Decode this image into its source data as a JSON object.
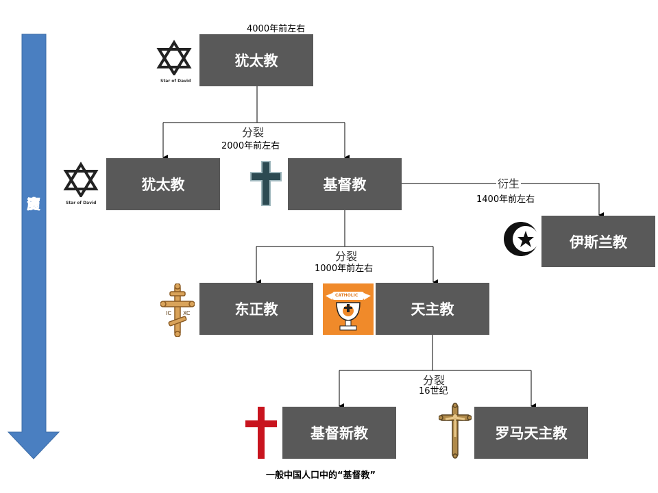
{
  "timeline": {
    "label": [
      "历",
      "史",
      "演",
      "变"
    ],
    "color": "#4a7fc1"
  },
  "nodes": {
    "judaism_root": "犹太教",
    "judaism": "犹太教",
    "christianity": "基督教",
    "islam": "伊斯兰教",
    "orthodox": "东正教",
    "catholic": "天主教",
    "protestant": "基督新教",
    "roman_catholic": "罗马天主教"
  },
  "labels": {
    "root_time": "4000年前左右",
    "split1_word": "分裂",
    "split1_time": "2000年前左右",
    "derive_word": "衍生",
    "derive_time": "1400年前左右",
    "split2_word": "分裂",
    "split2_time": "1000年前左右",
    "split3_word": "分裂",
    "split3_time": "16世纪"
  },
  "icons": {
    "star_caption_1": "Star of David",
    "star_caption_2": "Star of David",
    "badge_text": "CATHOLIC"
  },
  "footnote": "一般中国人口中的“基督教”",
  "colors": {
    "box": "#595959",
    "line": "#000000"
  }
}
